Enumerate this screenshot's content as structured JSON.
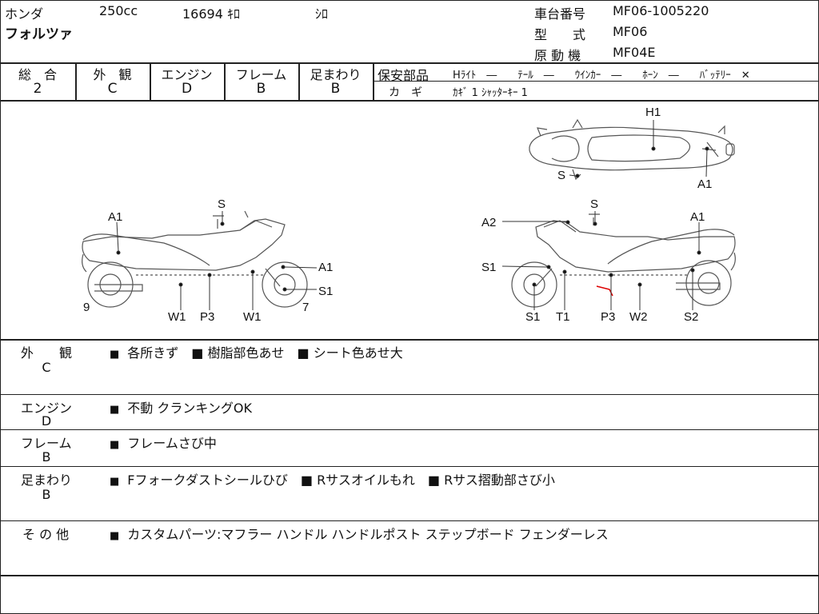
{
  "header": {
    "maker": "ホンダ",
    "model_name": "フォルツァ",
    "displacement": "250cc",
    "mileage": "16694 ｷﾛ",
    "color": "ｼﾛ",
    "frame_no_label": "車台番号",
    "frame_no": "MF06-1005220",
    "model_code_label": "型　　式",
    "model_code": "MF06",
    "engine_label": "原 動 機",
    "engine_code": "MF04E"
  },
  "grades": [
    {
      "label": "総　合",
      "value": "2"
    },
    {
      "label": "外　観",
      "value": "C"
    },
    {
      "label": "エンジン",
      "value": "D"
    },
    {
      "label": "フレーム",
      "value": "B"
    },
    {
      "label": "足まわり",
      "value": "B"
    }
  ],
  "safety": {
    "label": "保安部品",
    "items_line1": "Hﾗｲﾄ　―　　ﾃｰﾙ　―　　ｳｲﾝｶｰ　―　　ﾎｰﾝ　―　　ﾊﾞｯﾃﾘｰ　✕",
    "key_label": "カ　ギ",
    "key_value": "ｶｷﾞ 1 ｼｬｯﾀｰｷｰ 1"
  },
  "diagram_labels": {
    "top": {
      "h1": "H1",
      "s": "S",
      "a1": "A1"
    },
    "left": {
      "a1": "A1",
      "s": "S",
      "a1r": "A1",
      "s1": "S1",
      "n9": "9",
      "n7": "7",
      "w1a": "W1",
      "p3": "P3",
      "w1b": "W1"
    },
    "right": {
      "a2": "A2",
      "s": "S",
      "a1": "A1",
      "s1": "S1",
      "s1b": "S1",
      "t1": "T1",
      "p3": "P3",
      "w2": "W2",
      "s2": "S2"
    }
  },
  "notes": [
    {
      "label": "外　　観",
      "grade": "C",
      "text": "各所きず　■ 樹脂部色あせ　■ シート色あせ大"
    },
    {
      "label": "エンジン",
      "grade": "D",
      "text": "不動 クランキングOK"
    },
    {
      "label": "フレーム",
      "grade": "B",
      "text": "フレームさび中"
    },
    {
      "label": "足まわり",
      "grade": "B",
      "text": "Fフォークダストシールひび　■ Rサスオイルもれ　■ Rサス摺動部さび小"
    },
    {
      "label": "そ の 他",
      "grade": "",
      "text": "カスタムパーツ:マフラー ハンドル ハンドルポスト ステップボード フェンダーレス"
    }
  ]
}
